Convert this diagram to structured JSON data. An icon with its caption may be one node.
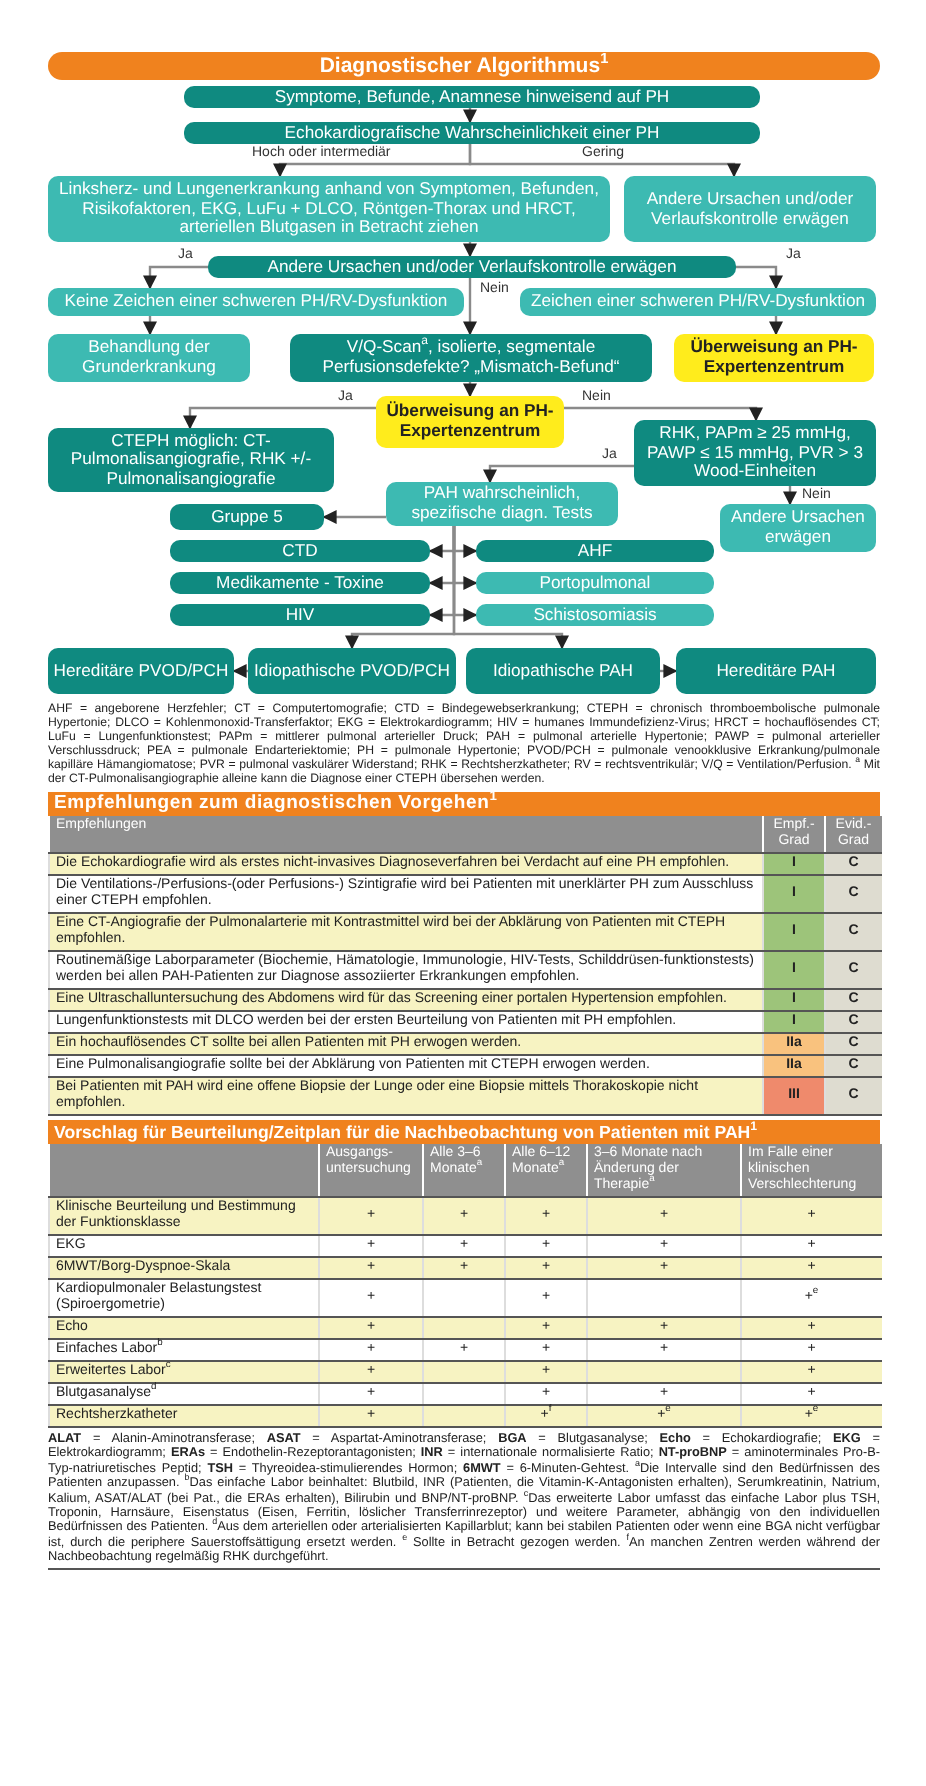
{
  "diagram": {
    "title": "Diagnostischer Algorithmus$^{1}$",
    "nodes": [
      {
        "text": [
          "Symptome, Befunde, Anamnese hinweisend auf PH"
        ]
      },
      {
        "text": [
          "Echokardiografische Wahrscheinlichkeit einer PH"
        ]
      },
      {
        "text": [
          "Linksherz- und Lungenerkrankung anhand von Symptomen, Befunden, Risikofaktoren, EKG, LuFu + DLCO, Röntgen-Thorax und HRCT, arteriellen Blutgasen in Betracht ziehen"
        ]
      },
      {
        "text": [
          "Andere Ursachen und/oder Verlaufskontrolle erwägen"
        ]
      },
      {
        "text": [
          "Andere Ursachen und/oder Verlaufskontrolle erwägen"
        ]
      },
      {
        "text": [
          "Keine Zeichen einer schweren PH/RV-Dysfunktion"
        ]
      },
      {
        "text": [
          "Zeichen einer schweren PH/RV-Dysfunktion"
        ]
      },
      {
        "text": [
          "Behandlung der Grunderkrankung"
        ]
      },
      {
        "text": [
          "V/Q-Scan$^{a}$, isolierte, segmentale Perfusionsdefekte? „Mismatch-Befund“"
        ]
      },
      {
        "text": [
          "Überweisung an PH-Expertenzentrum"
        ]
      },
      {
        "text": [
          "Überweisung an PH-Expertenzentrum"
        ]
      },
      {
        "text": [
          "CTEPH möglich: CT-Pulmonalisangiografie, RHK +/- Pulmonalisangiografie"
        ]
      },
      {
        "text": [
          "RHK, PAPm ≥ 25 mmHg, PAWP ≤ 15 mmHg, PVR > 3 Wood-Einheiten"
        ]
      },
      {
        "text": [
          "PAH wahrscheinlich, spezifische diagn. Tests"
        ]
      },
      {
        "text": [
          "Gruppe 5"
        ]
      },
      {
        "text": [
          "Andere Ursachen erwägen"
        ]
      },
      {
        "text": [
          "CTD"
        ]
      },
      {
        "text": [
          "AHF"
        ]
      },
      {
        "text": [
          "Medikamente - Toxine"
        ]
      },
      {
        "text": [
          "Portopulmonal"
        ]
      },
      {
        "text": [
          "HIV"
        ]
      },
      {
        "text": [
          "Schistosomiasis"
        ]
      },
      {
        "text": [
          "Hereditäre PVOD/PCH"
        ]
      },
      {
        "text": [
          "Idiopathische PVOD/PCH"
        ]
      },
      {
        "text": [
          "Idiopathische PAH"
        ]
      },
      {
        "text": [
          "Hereditäre PAH"
        ]
      }
    ],
    "edges": [
      {
        "from": 0,
        "to": 1,
        "arrow": "to"
      },
      {
        "from": 1,
        "to": 2,
        "arrow": "to",
        "label": "Hoch oder intermediär"
      },
      {
        "from": 1,
        "to": 3,
        "arrow": "to",
        "label": "Gering"
      },
      {
        "from": 2,
        "to": 4,
        "arrow": "to"
      },
      {
        "from": 4,
        "to": 5,
        "arrow": "to",
        "label": "Ja"
      },
      {
        "from": 4,
        "to": 6,
        "arrow": "to",
        "label": "Ja"
      },
      {
        "from": 4,
        "to": 8,
        "arrow": "to",
        "label": "Nein"
      },
      {
        "from": 5,
        "to": 7,
        "arrow": "to"
      },
      {
        "from": 6,
        "to": 9,
        "arrow": "to"
      },
      {
        "from": 8,
        "to": 10,
        "arrow": "to"
      },
      {
        "from": 10,
        "to": 11,
        "arrow": "to",
        "label": "Ja"
      },
      {
        "from": 10,
        "to": 12,
        "arrow": "to",
        "label": "Nein"
      },
      {
        "from": 12,
        "to": 13,
        "arrow": "to",
        "label": "Ja"
      },
      {
        "from": 12,
        "to": 15,
        "arrow": "to",
        "label": "Nein"
      },
      {
        "from": 13,
        "to": 14,
        "arrow": "to"
      },
      {
        "from": 13,
        "to": 16,
        "arrow": "to"
      },
      {
        "from": 13,
        "to": 17,
        "arrow": "to"
      },
      {
        "from": 13,
        "to": 18,
        "arrow": "to"
      },
      {
        "from": 13,
        "to": 19,
        "arrow": "to"
      },
      {
        "from": 13,
        "to": 20,
        "arrow": "to"
      },
      {
        "from": 13,
        "to": 21,
        "arrow": "to"
      },
      {
        "from": 13,
        "to": 23,
        "arrow": "to"
      },
      {
        "from": 13,
        "to": 24,
        "arrow": "to"
      },
      {
        "from": 23,
        "to": 22,
        "arrow": "to"
      },
      {
        "from": 24,
        "to": 25,
        "arrow": "to"
      }
    ],
    "labels": [
      "AHF = angeborene Herzfehler; CT = Computertomografie; CTD = Bindegewebserkrankung; CTEPH = chronisch thromboembolische pulmonale Hypertonie; DLCO = Kohlenmonoxid-Transferfaktor; EKG = Elektrokardiogramm; HIV = humanes Immundefizienz-Virus; HRCT = hochauflösendes CT; LuFu = Lungenfunktionstest; PAPm = mittlerer pulmonal arterieller Druck; PAH = pulmonal arterielle Hypertonie; PAWP = pulmonal arterieller Verschlussdruck; PEA = pulmonale Endarteriektomie; PH = pulmonale Hypertonie; PVOD/PCH = pulmonale venookklusive Erkrankung/pulmonale kapilläre Hämangiomatose; PVR = pulmonal vaskulärer Widerstand; RHK = Rechtsherzkatheter; RV = rechtsventrikulär; V/Q = Ventilation/Perfusion. $^{a}$ Mit der CT-Pulmonalisangiographie alleine kann die Diagnose einer CTEPH übersehen werden.",
      "Empfehlungen zum diagnostischen Vorgehen$^{1}$",
      "Empfehlungen",
      "Empf.-Grad",
      "Evid.-Grad",
      "Die Echokardiografie wird als erstes nicht-invasives Diagnoseverfahren bei Verdacht auf eine PH empfohlen.",
      "I",
      "C",
      "Die Ventilations-/Perfusions-(oder Perfusions-) Szintigrafie wird bei Patienten mit unerklärter PH zum Ausschluss einer CTEPH empfohlen.",
      "I",
      "C",
      "Eine CT-Angiografie der Pulmonalarterie mit Kontrastmittel wird bei der Abklärung von Patienten mit CTEPH empfohlen.",
      "I",
      "C",
      "Routinemäßige Laborparameter (Biochemie, Hämatologie, Immunologie, HIV-Tests, Schilddrüsen-funktionstests) werden bei allen PAH-Patienten zur Diagnose assoziierter Erkrankungen empfohlen.",
      "I",
      "C",
      "Eine Ultraschalluntersuchung des Abdomens wird für das Screening einer portalen Hypertension empfohlen.",
      "I",
      "C",
      "Lungenfunktionstests mit DLCO werden bei der ersten Beurteilung von Patienten mit PH empfohlen.",
      "I",
      "C",
      "Ein hochauflösendes CT sollte bei allen Patienten mit PH erwogen werden.",
      "IIa",
      "C",
      "Eine Pulmonalisangiografie sollte bei der Abklärung von Patienten mit CTEPH erwogen werden.",
      "IIa",
      "C",
      "Bei Patienten mit PAH wird eine offene Biopsie der Lunge oder eine Biopsie mittels Thorakoskopie nicht empfohlen.",
      "III",
      "C",
      "Vorschlag für Beurteilung/Zeitplan für die Nachbeobachtung von Patienten mit PAH$^{1}$",
      "Ausgangs-untersuchung",
      "Alle 3–6 Monate$^{a}$",
      "Alle 6–12 Monate$^{a}$",
      "3–6 Monate nach Änderung der Therapie$^{a}$",
      "Im Falle einer klinischen Verschlechterung",
      "Klinische Beurteilung und Bestimmung der Funktionsklasse",
      "+",
      "+",
      "+",
      "+",
      "+",
      "EKG",
      "+",
      "+",
      "+",
      "+",
      "+",
      "6MWT/Borg-Dyspnoe-Skala",
      "+",
      "+",
      "+",
      "+",
      "+",
      "Kardiopulmonaler Belastungstest (Spiroergometrie)",
      "+",
      "+",
      "+$^{e}$",
      "Echo",
      "+",
      "+",
      "+",
      "+",
      "Einfaches Labor$^{b}$",
      "+",
      "+",
      "+",
      "+",
      "+",
      "Erweitertes Labor$^{c}$",
      "+",
      "+",
      "+",
      "Blutgasanalyse$^{d}$",
      "+",
      "+",
      "+",
      "+",
      "Rechtsherzkatheter",
      "+",
      "+$^{f}$",
      "+$^{e}$",
      "+$^{e}$",
      "**ALAT** = Alanin-Aminotransferase; **ASAT** = Aspartat-Aminotransferase; **BGA** = Blutgasanalyse; **Echo** = Echokardiografie; **EKG** = Elektrokardiogramm; **ERAs** = Endothelin-Rezeptorantagonisten; **INR** = internationale normalisierte Ratio; **NT-proBNP** = aminoterminales Pro-B-Typ-natriuretisches Peptid; **TSH** = Thyreoidea-stimulierendes Hormon; **6MWT** = 6-Minuten-Gehtest. $^{a}$Die Intervalle sind den Bedürfnissen des Patienten anzupassen. $^{b}$Das einfache Labor beinhaltet: Blutbild, INR (Patienten, die Vitamin-K-Antagonisten erhalten), Serumkreatinin, Natrium, Kalium, ASAT/ALAT (bei Pat., die ERAs erhalten), Bilirubin und BNP/NT-proBNP. $^{c}$Das erweiterte Labor umfasst das einfache Labor plus TSH, Troponin, Harnsäure, Eisenstatus (Eisen, Ferritin, löslicher Transferrinrezeptor) und weitere Parameter, abhängig von den individuellen Bedürfnissen des Patienten. $^{d}$Aus dem arteriellen oder arterialisierten Kapillarblut; kann bei stabilen Patienten oder wenn eine BGA nicht verfügbar ist, durch die periphere Sauerstoffsättigung ersetzt werden. $^{e}$ Sollte in Betracht gezogen werden. $^{f}$An manchen Zentren werden während der Nachbeobachtung regelmäßig RHK durchgeführt."
    ]
  }
}
